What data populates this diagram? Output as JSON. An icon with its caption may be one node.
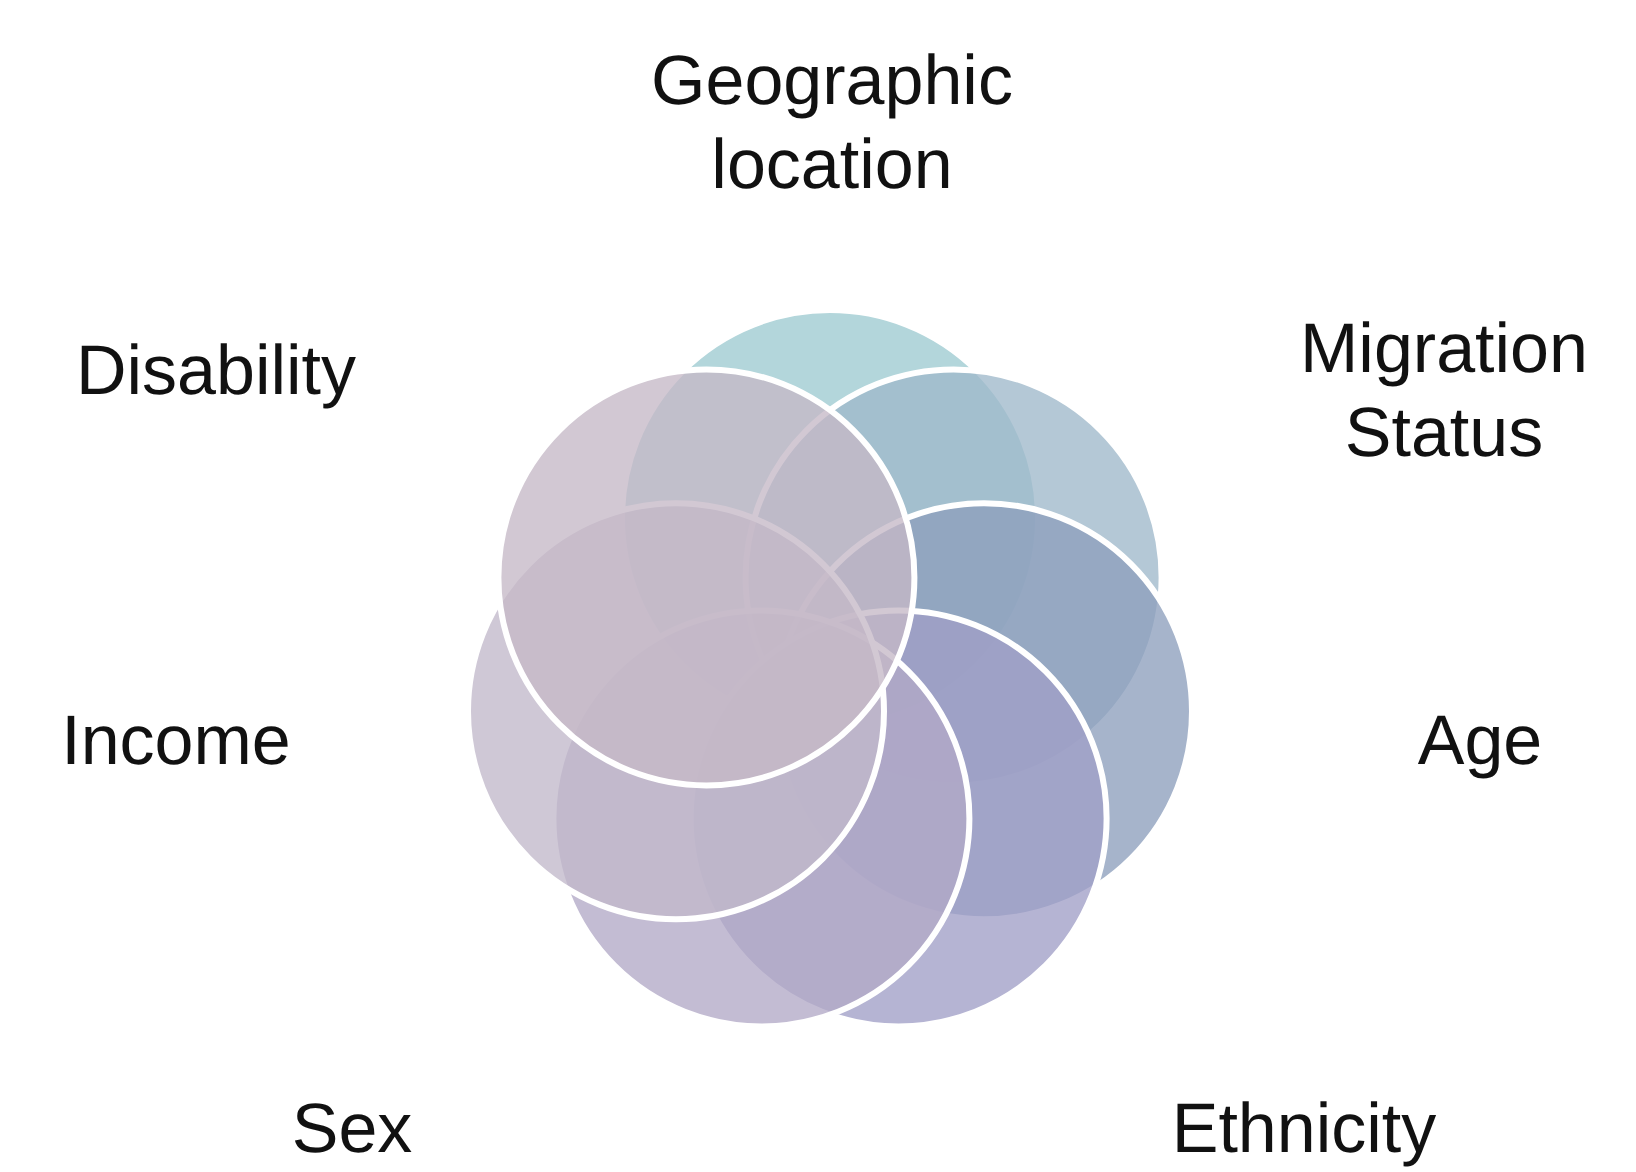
{
  "diagram": {
    "labels": [
      "Geographic location",
      "Migration Status",
      "Disability",
      "Age",
      "Income",
      "Sex",
      "Ethnicity"
    ]
  }
}
